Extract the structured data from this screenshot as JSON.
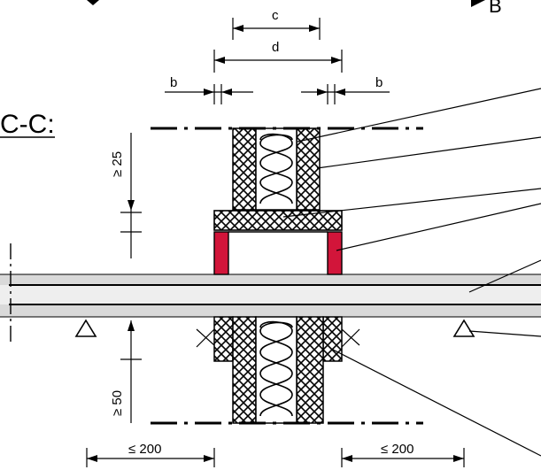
{
  "section": {
    "title": "C-C:",
    "marker_letter": "B"
  },
  "dimensions": {
    "c": "c",
    "d": "d",
    "b_left": "b",
    "b_right": "b",
    "upper_height": "≥ 25",
    "lower_height": "≥ 50",
    "left_span": "≤ 200",
    "right_span": "≤ 200"
  },
  "colors": {
    "line": "#000000",
    "accent": "#d2153a",
    "slab_fill": "#d9d9d9",
    "slab_core_fill": "#eeeeee",
    "insulation_fill": "#ffffff"
  }
}
